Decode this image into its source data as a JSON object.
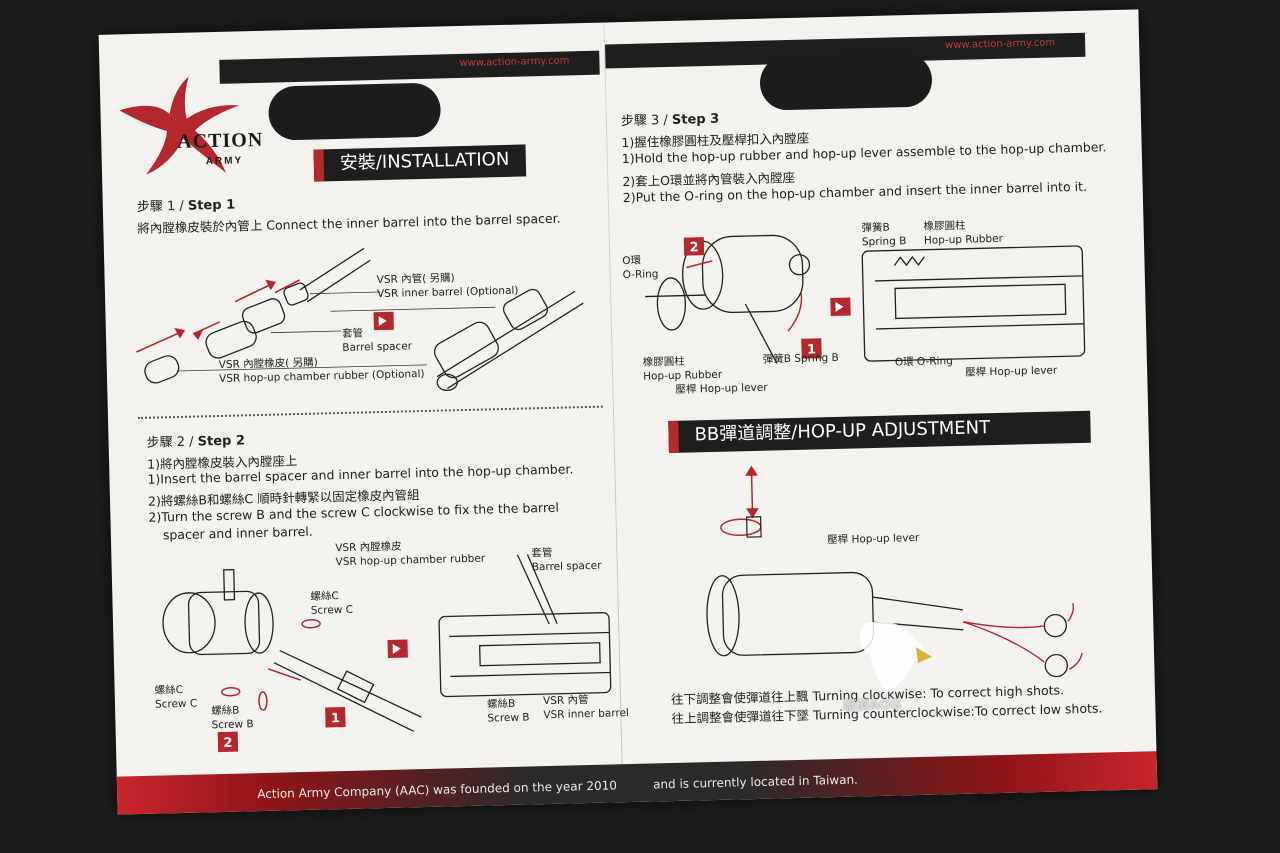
{
  "brand": {
    "name_line1": "ACTION",
    "name_line2": "ARMY",
    "website_left": "www.action-army.com",
    "website_right": "www.action-army.com"
  },
  "installation": {
    "title": "安裝/INSTALLATION",
    "step1": {
      "heading_cn": "步驟 1 / ",
      "heading_en": "Step 1",
      "text": "將內膛橡皮裝於內管上  Connect the inner barrel into the barrel spacer.",
      "labels": {
        "inner_barrel_cn": "VSR 內管( 另購)",
        "inner_barrel_en": "VSR inner barrel (Optional)",
        "spacer_cn": "套管",
        "spacer_en": "Barrel spacer",
        "rubber_cn": "VSR 內膛橡皮( 另購)",
        "rubber_en": "VSR hop-up chamber rubber (Optional)"
      }
    },
    "step2": {
      "heading_cn": "步驟 2 / ",
      "heading_en": "Step 2",
      "lines": [
        "1)將內膛橡皮裝入內膛座上",
        "1)Insert the barrel spacer and inner barrel into the hop-up chamber.",
        "2)將螺絲B和螺絲C 順時針轉緊以固定橡皮內管組",
        "2)Turn the screw B and the screw C clockwise to fix the the barrel",
        "spacer and inner barrel."
      ],
      "labels": {
        "screw_c_cn": "螺絲C",
        "screw_c_en": "Screw C",
        "screw_c2_cn": "螺絲C",
        "screw_c2_en": "Screw C",
        "screw_b_cn": "螺絲B",
        "screw_b_en": "Screw B",
        "rubber_cn": "VSR 內膛橡皮",
        "rubber_en": "VSR hop-up chamber rubber",
        "spacer_cn": "套管",
        "spacer_en": "Barrel spacer",
        "screw_b2_cn": "螺絲B",
        "screw_b2_en": "Screw B",
        "barrel_cn": "VSR 內管",
        "barrel_en": "VSR inner barrel",
        "badge1": "1",
        "badge2": "2"
      }
    },
    "step3": {
      "heading_cn": "步驟 3 / ",
      "heading_en": "Step 3",
      "lines": [
        "1)握住橡膠圓柱及壓桿扣入內膛座",
        "1)Hold the hop-up rubber and hop-up lever assemble to the hop-up chamber.",
        "2)套上O環並將內管裝入內膛座",
        "2)Put the O-ring on the hop-up chamber and insert the inner barrel into it."
      ],
      "labels": {
        "oring_cn": "O環",
        "oring_en": "O-Ring",
        "rubber_cn": "橡膠圓柱",
        "rubber_en": "Hop-up Rubber",
        "spring_cn": "彈簧B",
        "spring_en": "Spring B",
        "lever_cn": "壓桿",
        "lever_en": "Hop-up lever",
        "spring2_cn": "彈簧B",
        "spring2_en": "Spring B",
        "rubber2_cn": "橡膠圓柱",
        "rubber2_en": "Hop-up Rubber",
        "oring2": "O環 O-Ring",
        "lever2": "壓桿 Hop-up lever",
        "badge1": "1",
        "badge2": "2"
      }
    }
  },
  "hopup": {
    "title": "BB彈道調整/HOP-UP ADJUSTMENT",
    "lever_label": "壓桿 Hop-up lever",
    "line1_cn": "往下調整會使彈道往上飄",
    "line1_en": "Turning clockwise: To correct high shots.",
    "line2_cn": "往上調整會使彈道往下墜",
    "line2_en": "Turning counterclockwise:To correct low shots."
  },
  "footer": {
    "left": "Action Army Company (AAC) was founded on the year 2010",
    "right": "and is currently located in Taiwan."
  },
  "watermark": "聯濟AOG",
  "colors": {
    "accent_red": "#b3272d",
    "dark_bar": "#1e1e1e",
    "card": "#f3f2ef"
  }
}
